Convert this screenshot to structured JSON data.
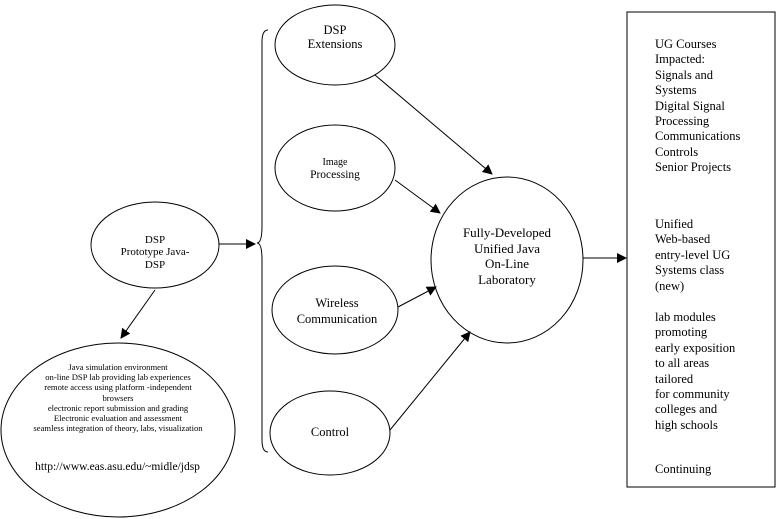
{
  "nodes": {
    "dsp_prototype": [
      "DSP",
      "Prototype Java-",
      "DSP"
    ],
    "java_features": [
      "Java simulation environment",
      "on-line DSP lab providing lab experiences",
      "remote access using platform -independent",
      "browsers",
      "electronic report submission and grading",
      "Electronic evaluation and assessment",
      "seamless integration of theory, labs, visualization"
    ],
    "url": "http://www.eas.asu.edu/~midle/jdsp",
    "dsp_extensions": [
      "DSP",
      "Extensions"
    ],
    "image_processing": [
      "Image",
      "Processing"
    ],
    "wireless": [
      "Wireless",
      "Communication"
    ],
    "control": [
      "Control"
    ],
    "unified_lab": [
      "Fully-Developed",
      "Unified Java",
      "On-Line",
      "Laboratory"
    ]
  },
  "impact_box": {
    "courses": [
      "UG Courses",
      "Impacted:",
      "Signals and",
      "Systems",
      "Digital Signal",
      "Processing",
      "Communications",
      "Controls",
      "Senior Projects"
    ],
    "unified_class": [
      "Unified",
      "Web-based",
      "entry-level UG",
      "Systems class",
      "(new)"
    ],
    "lab_modules": [
      "lab modules",
      "promoting",
      "early exposition",
      "to all areas",
      "tailored",
      "for community",
      "colleges and",
      "high schools"
    ],
    "continuing": [
      "Continuing"
    ]
  }
}
